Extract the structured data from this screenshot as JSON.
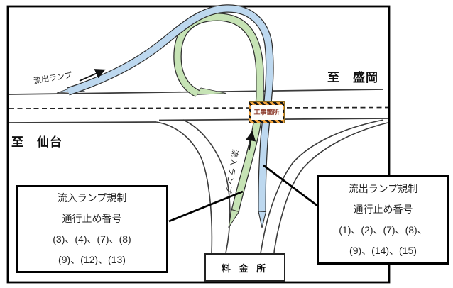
{
  "diagram": {
    "title_labels": {
      "to_morioka": "至　盛岡",
      "to_sendai": "至　仙台",
      "exit_ramp": "流出ランプ",
      "entry_ramp": "流入ランプ",
      "construction_site": "工事箇所",
      "toll_gate": "料 金 所"
    },
    "callout_left": {
      "line1": "流入ランプ規制",
      "line2": "通行止め番号",
      "line3": "(3)、(4)、(7)、(8)",
      "line4": "(9)、(12)、(13)"
    },
    "callout_right": {
      "line1": "流出ランプ規制",
      "line2": "通行止め番号",
      "line3": "(1)、(2)、(7)、(8)、",
      "line4": "(9)、(14)、(15)"
    },
    "colors": {
      "exit_ramp_fill": "#BDD8EF",
      "entry_ramp_fill": "#C6E3B5",
      "hazard_orange": "#F2A33C",
      "construction_text_color": "#8B3A2A",
      "road_line": "#3b3b3b"
    }
  }
}
